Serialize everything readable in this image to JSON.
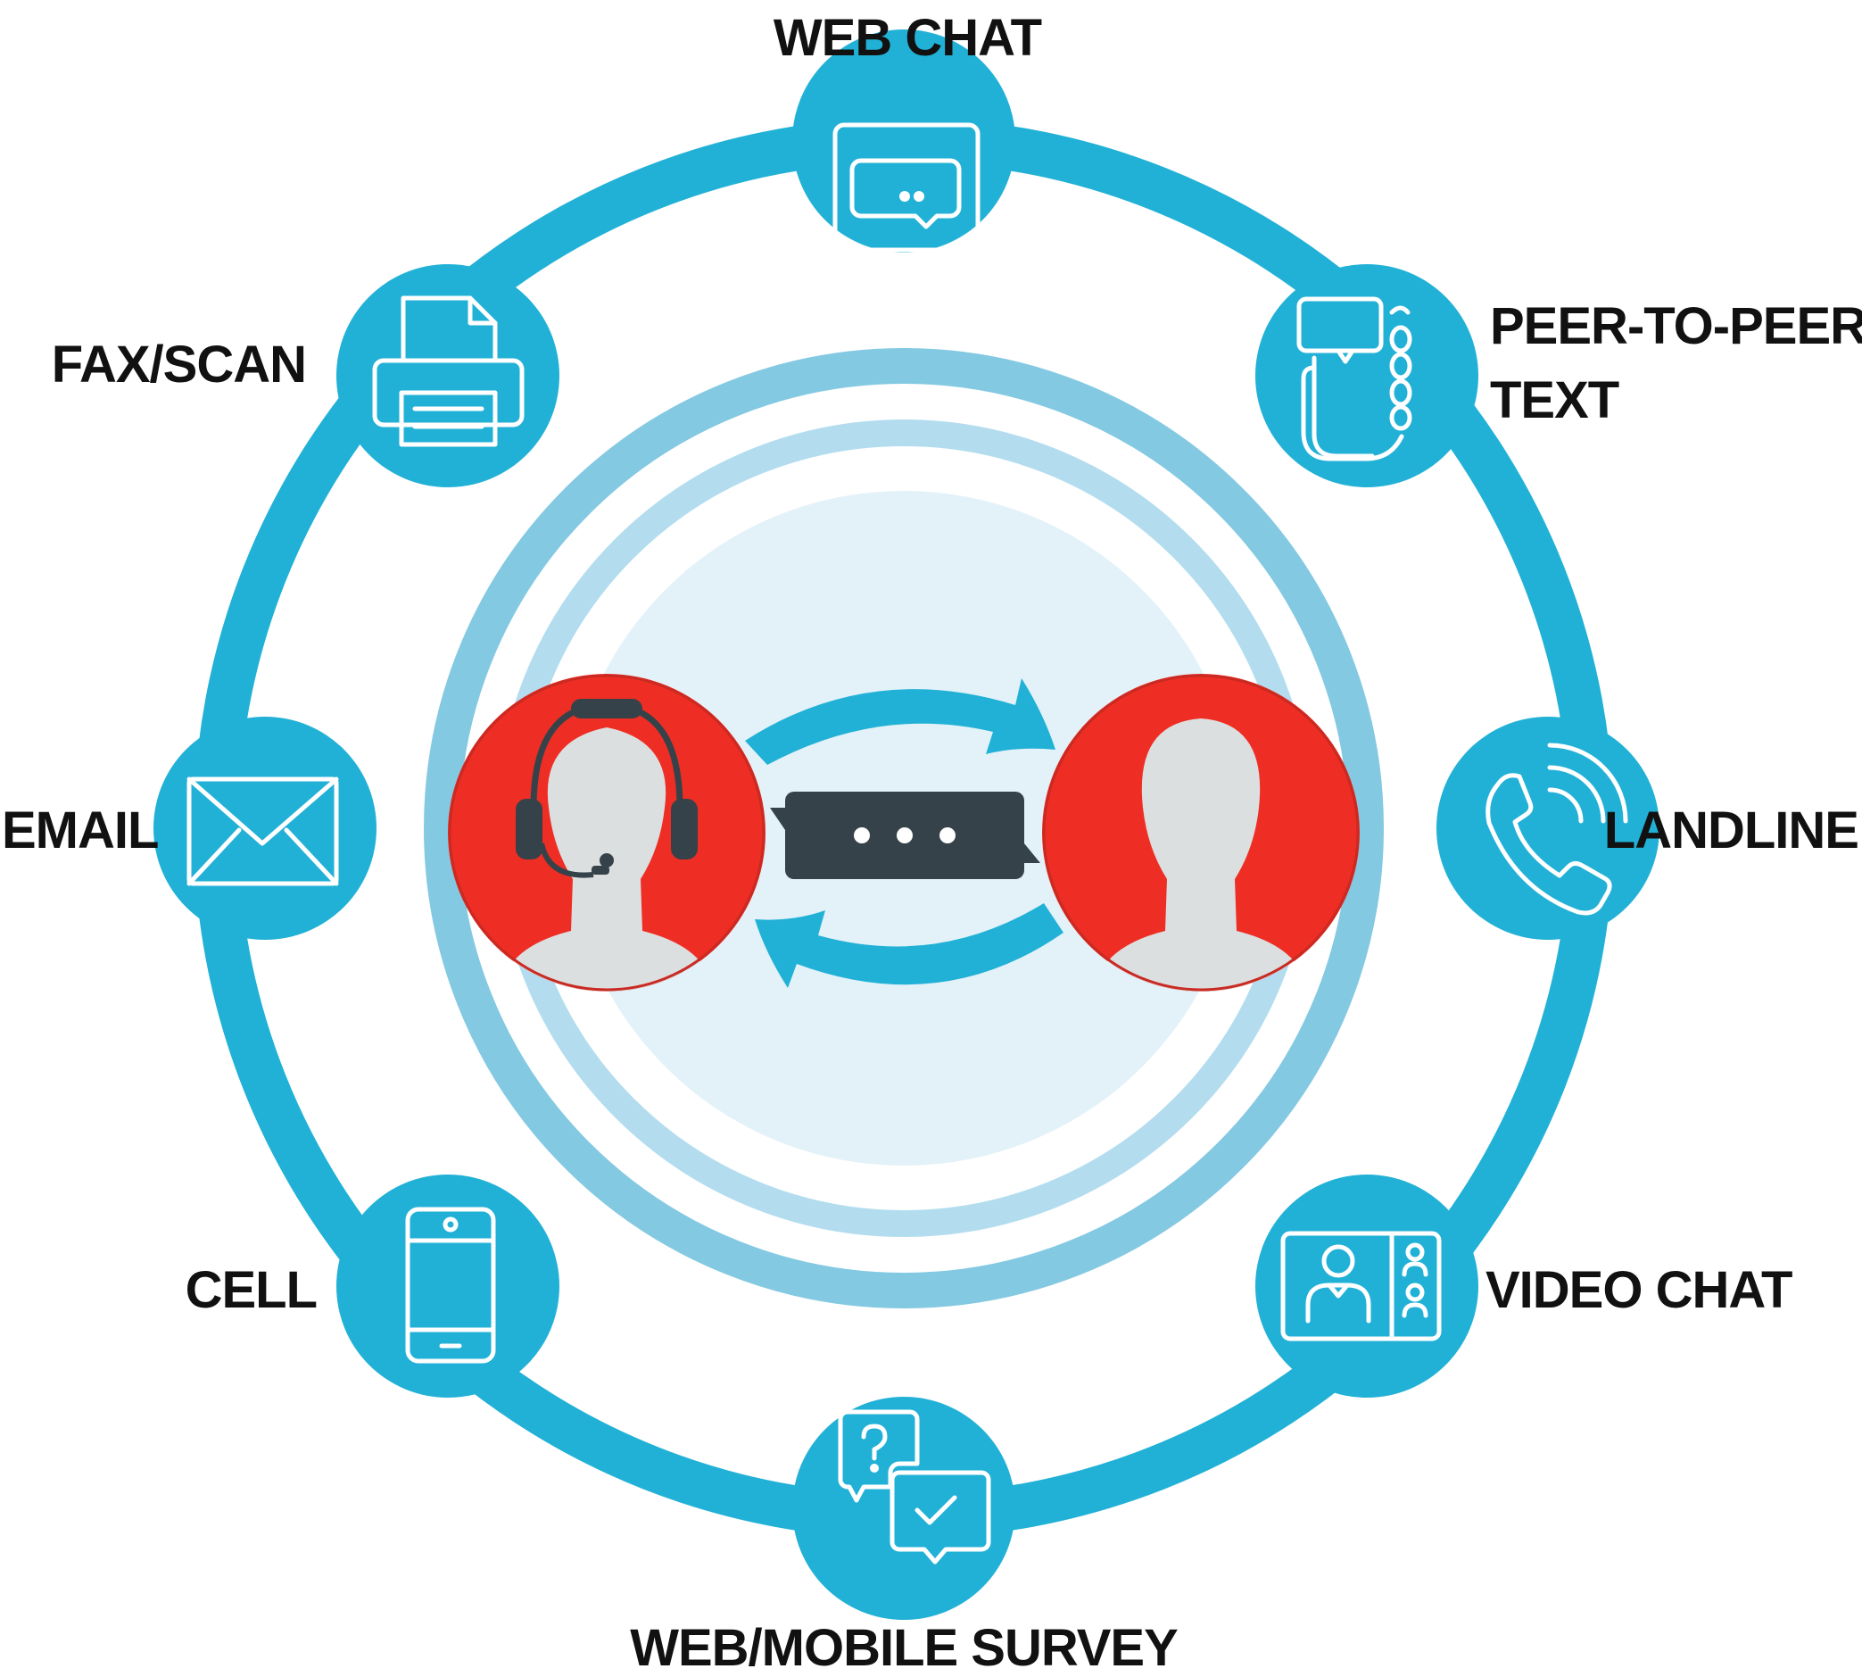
{
  "channels": {
    "web_chat": "WEB CHAT",
    "peer_to_peer_line1": "PEER-TO-PEER",
    "peer_to_peer_line2": "TEXT",
    "landline": "LANDLINE",
    "video_chat": "VIDEO CHAT",
    "web_mobile_survey": "WEB/MOBILE SURVEY",
    "cell": "CELL",
    "email": "EMAIL",
    "fax_scan": "FAX/SCAN"
  },
  "colors": {
    "ring": "#22b1d6",
    "inner_ring_outer": "#84c9e2",
    "inner_ring_inner": "#b3ddef",
    "center_fill": "#e3f2f9",
    "avatar_bg": "#ee2e24",
    "silhouette": "#dcdfe0",
    "chat_bubble": "#364249"
  },
  "icons": {
    "web_chat": "chat-window-icon",
    "peer_to_peer": "phone-hand-text-icon",
    "landline": "phone-handset-icon",
    "video_chat": "video-call-icon",
    "web_mobile_survey": "survey-bubbles-icon",
    "cell": "mobile-phone-icon",
    "email": "envelope-icon",
    "fax_scan": "printer-icon",
    "agent": "agent-headset-avatar",
    "customer": "customer-avatar",
    "exchange": "exchange-arrows-icon",
    "typing": "typing-bubble-icon"
  }
}
